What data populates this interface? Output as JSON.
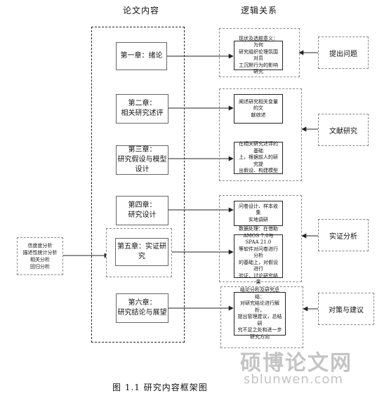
{
  "headers": {
    "left": "论文内容",
    "right": "逻辑关系"
  },
  "chapters": [
    {
      "label": "第一章：绪论"
    },
    {
      "label": "第二章：\n相关研究述评"
    },
    {
      "label": "第三章：\n研究假设与模型设计"
    },
    {
      "label": "第四章：\n研究设计"
    },
    {
      "label": "第五章：实证研究"
    },
    {
      "label": "第六章：\n研究结论与展望"
    }
  ],
  "logic_boxes": [
    {
      "text": "现状及选题意义：为何\n研究组织伦理氛围对员\n工沉默行为的影响研究"
    },
    {
      "text": "阐述研究相关变量的文\n献综述"
    },
    {
      "text": "在相关研究述评的基础\n上，根据前人的研究提\n出假设、构建模型"
    },
    {
      "text": "问卷设计、样本收集\n实地调研"
    },
    {
      "text": "数据处理：在借助\nAMOS 7.0与SPAA 21.0\n等软件对问卷进行分析\n的基础上，对假设进行\n验证，讨论研究结果"
    },
    {
      "text": "结论分析及研究总结：\n对研究结论进行解析，\n提出管理建议，总结研\n究不足之处和进一步\n研究方向"
    }
  ],
  "side_labels": [
    {
      "label": "提出问题"
    },
    {
      "label": "文献研究"
    },
    {
      "label": "实证分析"
    },
    {
      "label": "对策与建议"
    }
  ],
  "methods_box": {
    "text": "信度度分析\n描述性统计分析\n相关分析\n回归分析"
  },
  "caption": "图 1.1   研究内容框架图",
  "watermark": {
    "chinese": "硕博论文网",
    "url": "sblunwen.com"
  }
}
